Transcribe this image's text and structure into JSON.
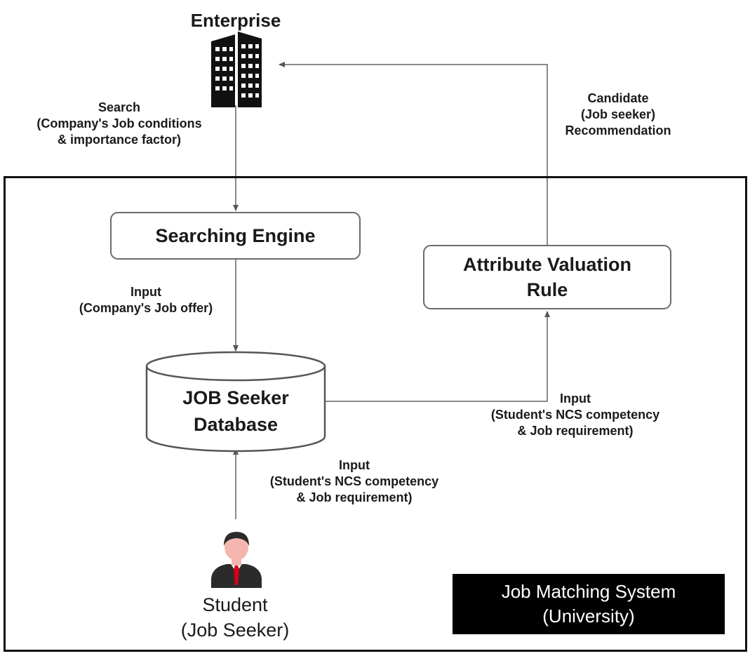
{
  "enterprise": {
    "title": "Enterprise",
    "icon": "office-building-icon"
  },
  "search_label": {
    "lines": [
      "Search",
      "(Company's Job conditions",
      "& importance factor)"
    ]
  },
  "recommend_label": {
    "lines": [
      "Candidate",
      "(Job seeker)",
      "Recommendation"
    ]
  },
  "searching_engine": {
    "label": "Searching Engine"
  },
  "attribute_rule": {
    "lines": [
      "Attribute Valuation",
      "Rule"
    ]
  },
  "input_job_offer": {
    "lines": [
      "Input",
      "(Company's Job offer)"
    ]
  },
  "database": {
    "lines": [
      "JOB Seeker",
      "Database"
    ]
  },
  "input_db_to_rule": {
    "lines": [
      "Input",
      "(Student's NCS competency",
      "& Job requirement)"
    ]
  },
  "input_student_to_db": {
    "lines": [
      "Input",
      "(Student's NCS competency",
      "& Job requirement)"
    ]
  },
  "student": {
    "icon": "student-person-icon",
    "lines": [
      "Student",
      "(Job Seeker)"
    ]
  },
  "system_badge": {
    "lines": [
      "Job Matching System",
      "(University)"
    ]
  },
  "colors": {
    "arrow": "#8a8a8a",
    "frame": "#111111",
    "box_border": "#6b6b6b",
    "badge_bg": "#000000",
    "badge_text": "#ffffff",
    "tie": "#d6001c",
    "skin": "#f4b6ae"
  }
}
